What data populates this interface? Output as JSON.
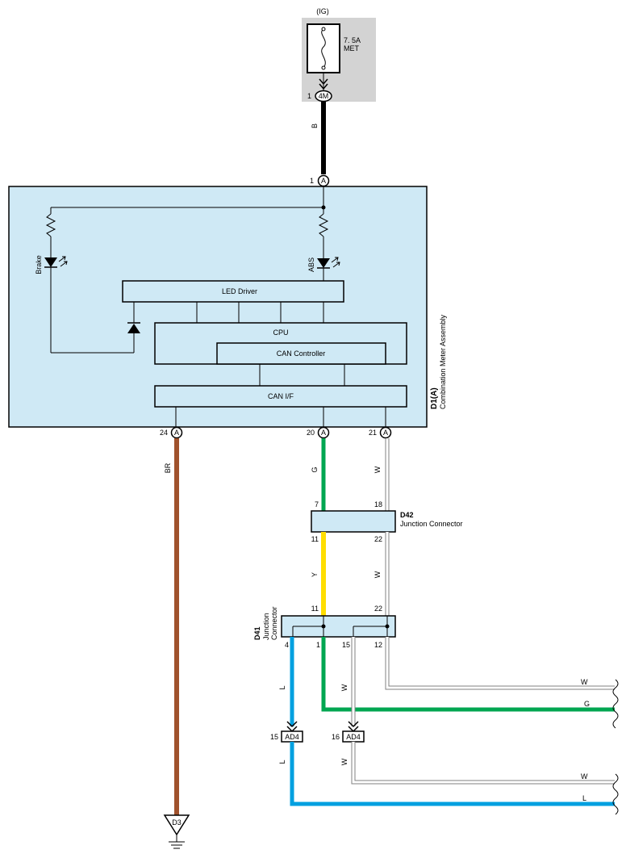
{
  "fuse": {
    "source": "(IG)",
    "rating": "7. 5A",
    "name": "MET"
  },
  "connectors": {
    "c4m": {
      "id": "4M",
      "pin": "1"
    },
    "a_top": {
      "id": "A",
      "pin": "1"
    },
    "a24": {
      "id": "A",
      "pin": "24"
    },
    "a20": {
      "id": "A",
      "pin": "20"
    },
    "a21": {
      "id": "A",
      "pin": "21"
    },
    "ad4_15": {
      "id": "AD4",
      "pin": "15"
    },
    "ad4_16": {
      "id": "AD4",
      "pin": "16"
    },
    "ground": {
      "id": "D3"
    }
  },
  "meter": {
    "code": "D1(A)",
    "name": "Combination Meter Assembly",
    "brake": "Brake",
    "abs": "ABS",
    "led_driver": "LED Driver",
    "cpu": "CPU",
    "can_controller": "CAN Controller",
    "can_if": "CAN I/F"
  },
  "d42": {
    "code": "D42",
    "name": "Junction Connector",
    "pins": {
      "top_left": "7",
      "top_right": "18",
      "bottom_left": "11",
      "bottom_right": "22"
    }
  },
  "d41": {
    "code": "D41",
    "name_line1": "Junction",
    "name_line2": "Connector",
    "pins": {
      "top_left": "11",
      "top_right": "22",
      "p4": "4",
      "p1": "1",
      "p15": "15",
      "p12": "12"
    }
  },
  "wires": {
    "b": {
      "label": "B",
      "color": "#000000"
    },
    "br": {
      "label": "BR",
      "color": "#a0522d"
    },
    "g_top": {
      "label": "G",
      "color": "#00a651"
    },
    "w_top": {
      "label": "W",
      "color": "#ffffff"
    },
    "y": {
      "label": "Y",
      "color": "#ffde00"
    },
    "w_mid": {
      "label": "W",
      "color": "#ffffff"
    },
    "l_upper": {
      "label": "L",
      "color": "#00a0e0"
    },
    "w_15": {
      "label": "W",
      "color": "#ffffff"
    },
    "l_lower": {
      "label": "L",
      "color": "#00a0e0"
    },
    "w_lower": {
      "label": "W",
      "color": "#ffffff"
    },
    "out_w1": {
      "label": "W"
    },
    "out_g": {
      "label": "G"
    },
    "out_w2": {
      "label": "W"
    },
    "out_l": {
      "label": "L"
    }
  }
}
